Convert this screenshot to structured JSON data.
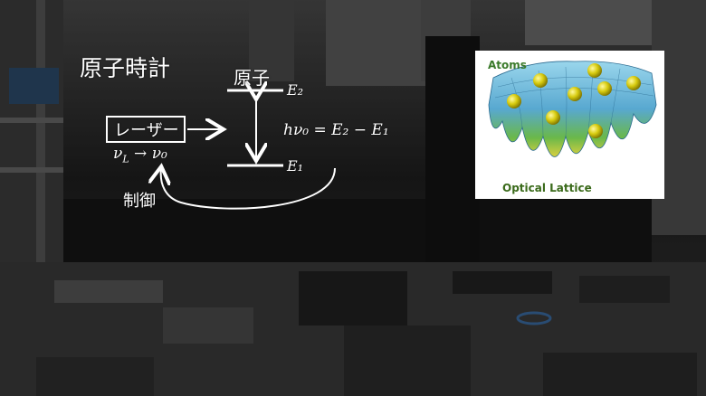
{
  "diagram": {
    "title": "原子時計",
    "atom_label": "原子",
    "upper_level": "E₂",
    "lower_level": "E₁",
    "equation": "hν₀ = E₂ − E₁",
    "laser_label": "レーザー",
    "frequency_label": "ν_L → ν₀",
    "control_label": "制御"
  },
  "lattice_figure": {
    "atoms_caption": "Atoms",
    "lattice_caption": "Optical Lattice"
  },
  "colors": {
    "text": "#ffffff",
    "atom_ball": "#c8c000",
    "lattice_surface": "#5fb8d8"
  }
}
